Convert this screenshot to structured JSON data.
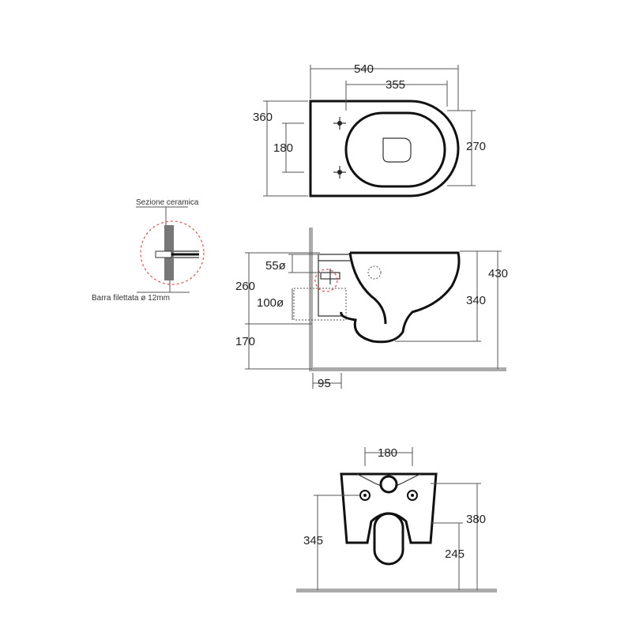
{
  "top_view": {
    "overall_length": "540",
    "bolt_to_front": "355",
    "overall_width": "360",
    "bolt_spacing": "180",
    "bowl_width": "270"
  },
  "side_view": {
    "detail_label_section": "Sezione ceramica",
    "detail_label_rod": "Barra filettata ø 12mm",
    "drain_diameter": "55ø",
    "supply_diameter": "100ø",
    "inlet_height": "260",
    "floor_to_outlet": "170",
    "total_height": "430",
    "bowl_height": "340",
    "wall_offset": "95"
  },
  "rear_view": {
    "bolt_spacing": "180",
    "bolt_height": "345",
    "total_height": "380",
    "outlet_height": "245"
  },
  "colors": {
    "line": "#111111",
    "dimension": "#555555",
    "wall_fill": "#aaaaaa",
    "detail_circle": "#d9534f"
  }
}
